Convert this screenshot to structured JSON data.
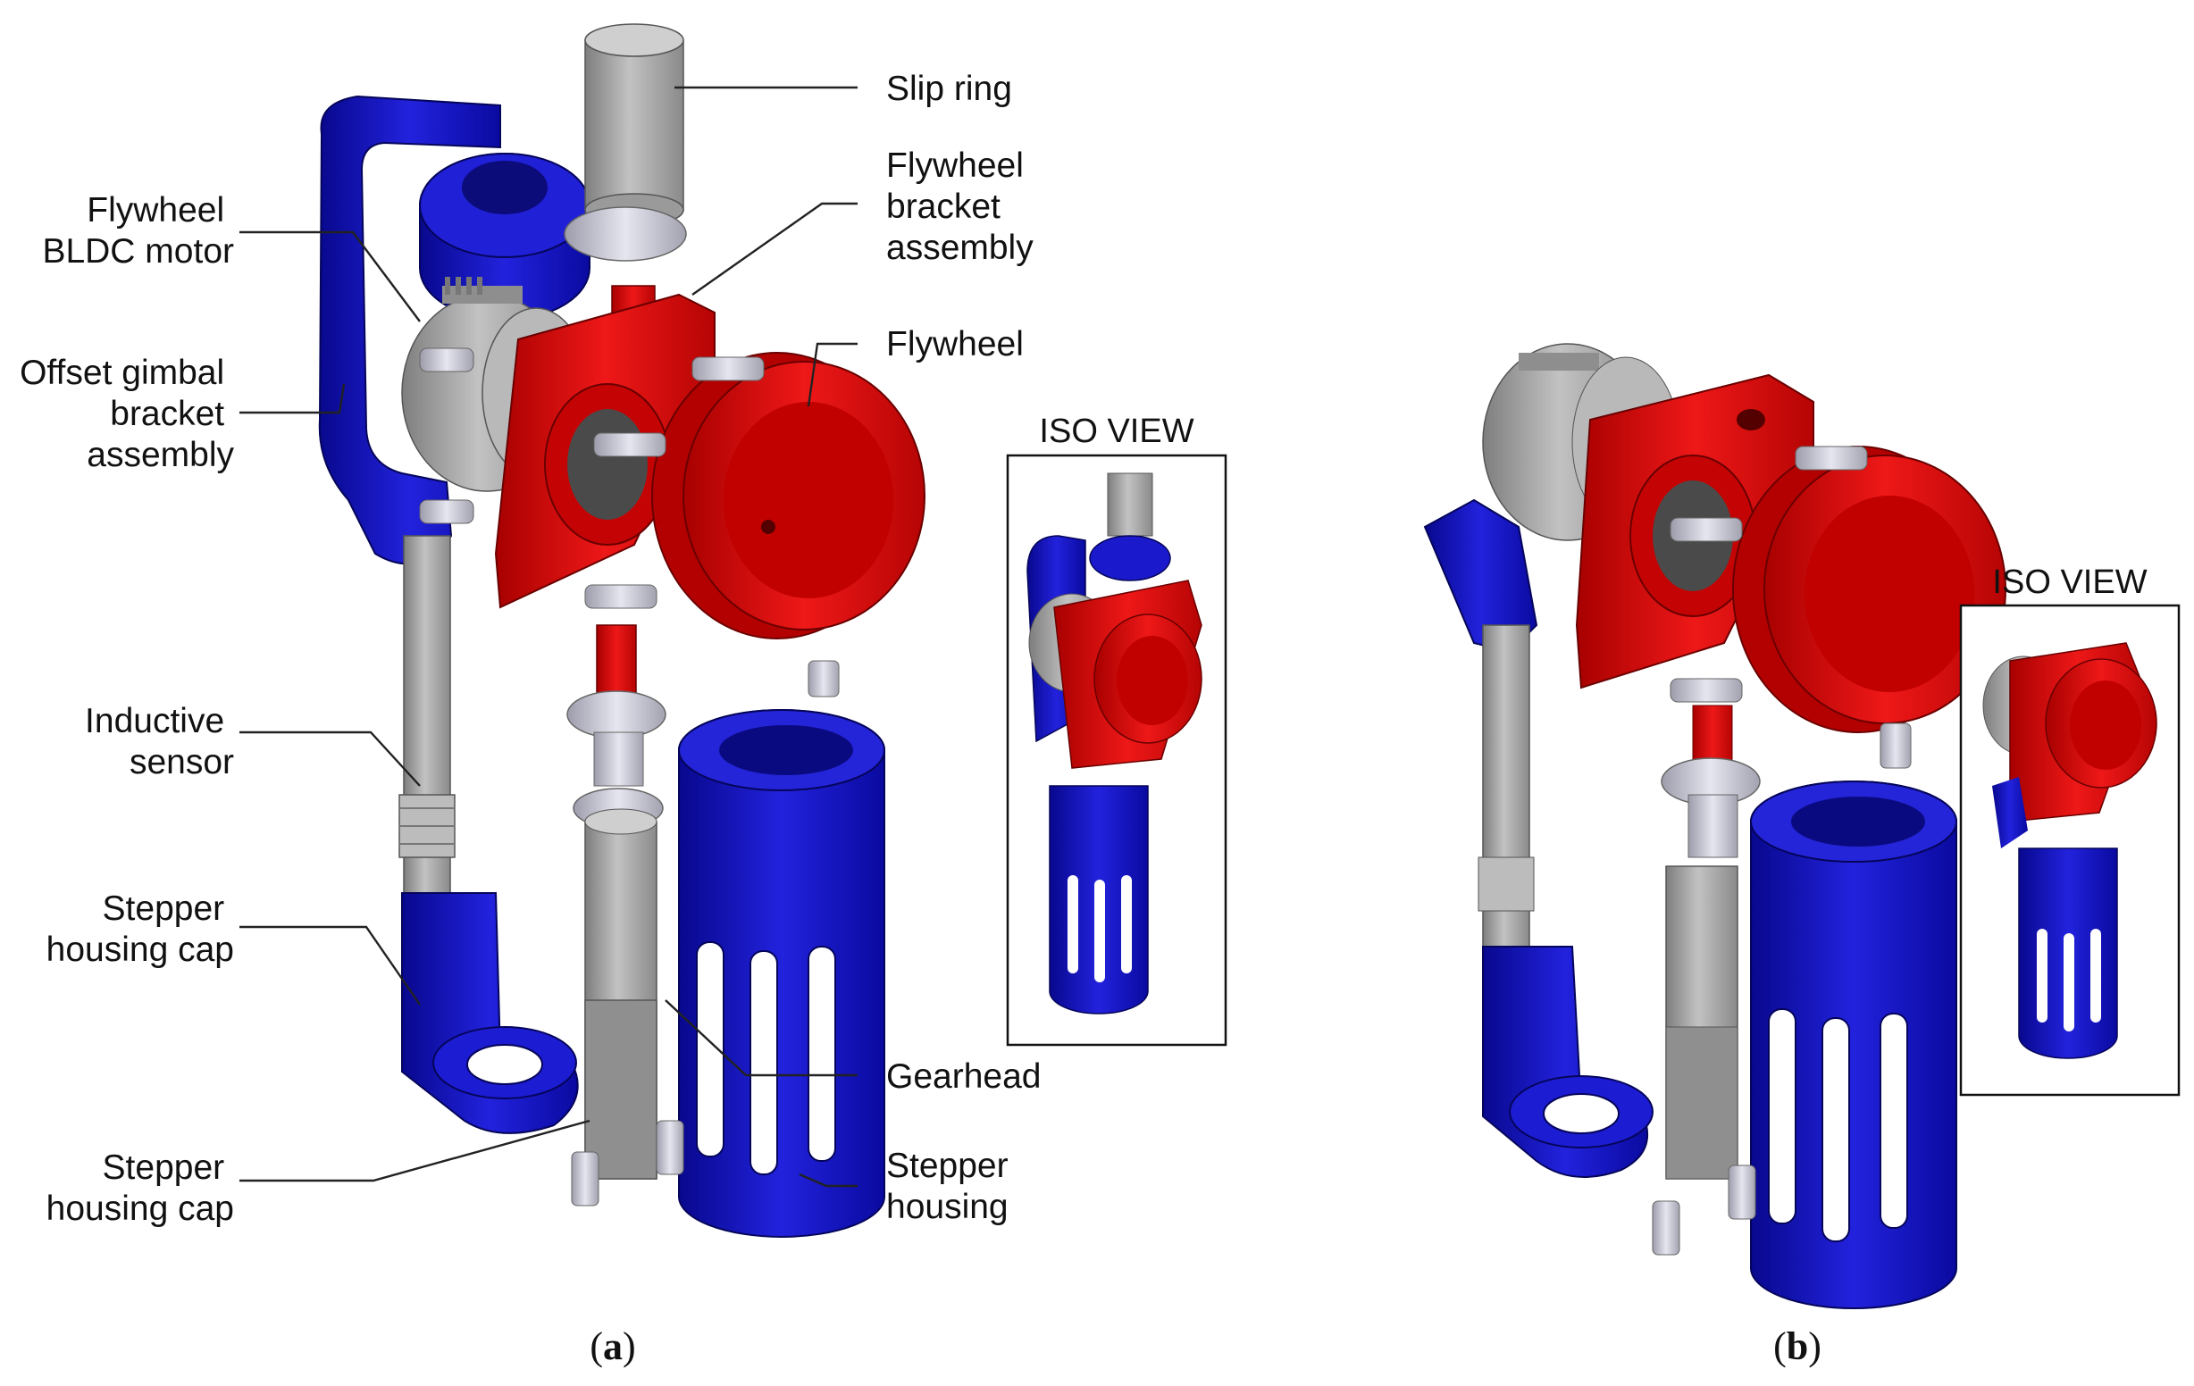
{
  "labels": {
    "slip_ring": "Slip ring",
    "flywheel_bracket": [
      "Flywheel",
      "bracket",
      "assembly"
    ],
    "flywheel_motor": [
      "Flywheel",
      "BLDC motor"
    ],
    "flywheel": "Flywheel",
    "offset_gimbal": [
      "Offset gimbal",
      "bracket",
      "assembly"
    ],
    "inductive_sensor": [
      "Inductive",
      "sensor"
    ],
    "stepper_cap_upper": [
      "Stepper",
      "housing cap"
    ],
    "gearhead": "Gearhead",
    "stepper_cap_lower": [
      "Stepper",
      "housing cap"
    ],
    "stepper_housing": [
      "Stepper",
      "housing"
    ]
  },
  "iso_view_label": "ISO VIEW",
  "captions": {
    "a": {
      "open": "(",
      "letter": "a",
      "close": ")"
    },
    "b": {
      "open": "(",
      "letter": "b",
      "close": ")"
    }
  },
  "colors": {
    "blue": "#1414c8",
    "red": "#e01010",
    "gray": "#a9a9a9",
    "light": "#d6d6e2"
  }
}
